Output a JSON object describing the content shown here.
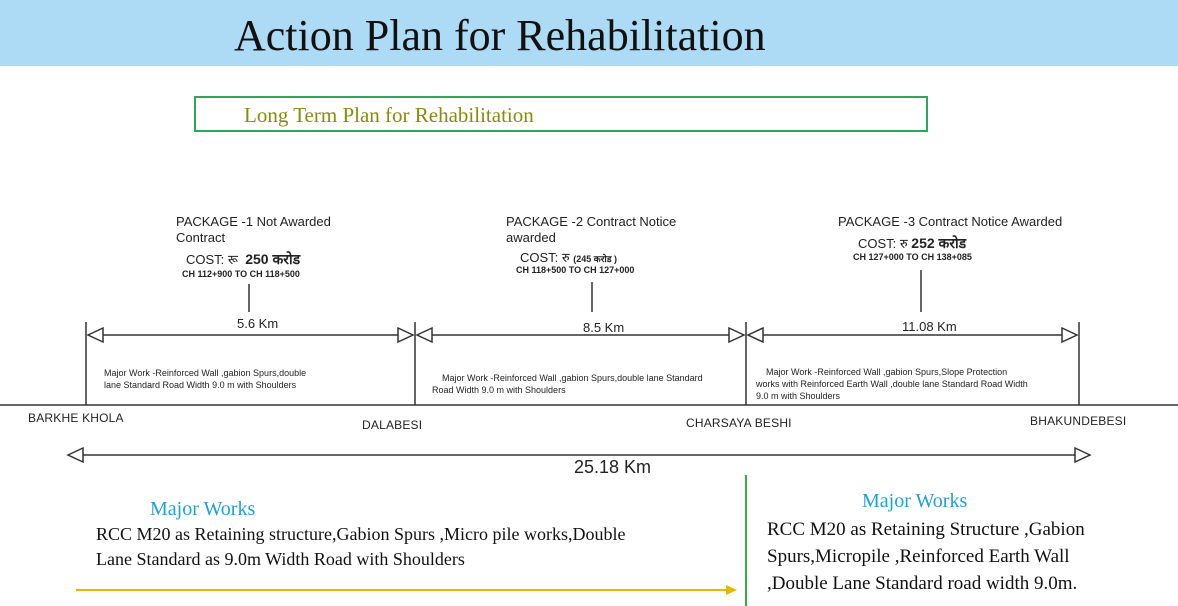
{
  "title": "Action Plan for Rehabilitation",
  "subtitle": "Long Term Plan for Rehabilitation",
  "packages": [
    {
      "heading_line1": "PACKAGE -1 Not Awarded",
      "heading_line2": "Contract",
      "cost_prefix": "COST: रू",
      "cost_value": "250 करोड",
      "chainage": "CH 112+900 TO CH 118+500",
      "distance": "5.6 Km",
      "work_line1": "Major Work -Reinforced Wall ,gabion Spurs,double",
      "work_line2": "lane Standard Road Width 9.0 m with Shoulders",
      "work_line3": ""
    },
    {
      "heading_line1": "PACKAGE -2 Contract Notice",
      "heading_line2": "awarded",
      "cost_prefix": "COST: रु",
      "cost_value": "(245 करोड )",
      "chainage": "CH 118+500 TO CH 127+000",
      "distance": "8.5 Km",
      "work_line1": "Major Work -Reinforced Wall ,gabion Spurs,double lane Standard",
      "work_line2": "Road Width 9.0 m with Shoulders",
      "work_line3": ""
    },
    {
      "heading_line1": "PACKAGE -3 Contract Notice Awarded",
      "heading_line2": "",
      "cost_prefix": "COST: रु",
      "cost_value": "252 करोड",
      "chainage": "CH 127+000 TO CH 138+085",
      "distance": "11.08 Km",
      "work_line1": "Major Work -Reinforced Wall ,gabion Spurs,Slope Protection",
      "work_line2": "works with Reinforced Earth Wall ,double lane Standard Road Width",
      "work_line3": "9.0 m with Shoulders"
    }
  ],
  "places": [
    "BARKHE KHOLA",
    "DALABESI",
    "CHARSAYA BESHI",
    "BHAKUNDEBESI"
  ],
  "total_length": "25.18 Km",
  "major_works": [
    {
      "title": "Major Works",
      "line1": "RCC M20 as Retaining structure,Gabion Spurs ,Micro pile works,Double",
      "line2": "Lane Standard as 9.0m Width Road with Shoulders",
      "line3": ""
    },
    {
      "title": "Major Works",
      "line1": "RCC M20 as Retaining Structure ,Gabion",
      "line2": "Spurs,Micropile ,Reinforced Earth Wall",
      "line3": ",Double Lane Standard road width 9.0m."
    }
  ],
  "colors": {
    "header_band": "#ADDAF5",
    "subtitle_border": "#2EA45C",
    "subtitle_text": "#8A8A10",
    "major_works_title": "#1FA0D6",
    "arrow_yellow": "#E5B800",
    "divider_green": "#3DA84A"
  }
}
